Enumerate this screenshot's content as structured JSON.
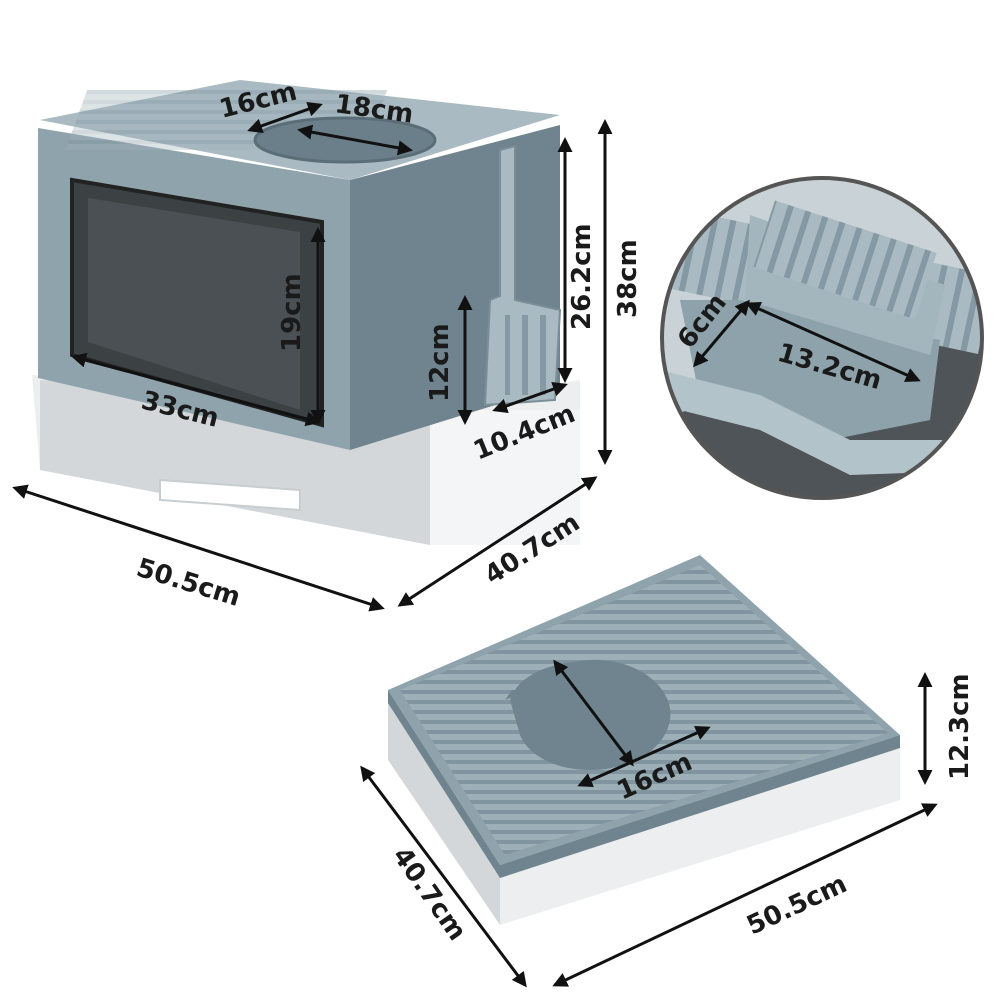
{
  "product": {
    "colors": {
      "body": "#8fa3ad",
      "body_dark": "#6f848e",
      "body_light": "#a9bac2",
      "base": "#eceeef",
      "base_shadow": "#d3d7da",
      "window": "#3c4144",
      "arrow": "#111111"
    }
  },
  "views": {
    "assembled": {
      "top_opening_depth": "16cm",
      "top_opening_width": "18cm",
      "door_height": "19cm",
      "door_width": "33cm",
      "scoop_height": "12cm",
      "scoop_width": "10.4cm",
      "inner_height": "26.2cm",
      "total_height": "38cm",
      "total_length": "50.5cm",
      "total_width": "40.7cm"
    },
    "detail": {
      "pocket_depth": "6cm",
      "pocket_length": "13.2cm"
    },
    "tray": {
      "tray_height": "12.3cm",
      "opening_width": "16cm",
      "tray_width": "40.7cm",
      "tray_length": "50.5cm"
    }
  }
}
